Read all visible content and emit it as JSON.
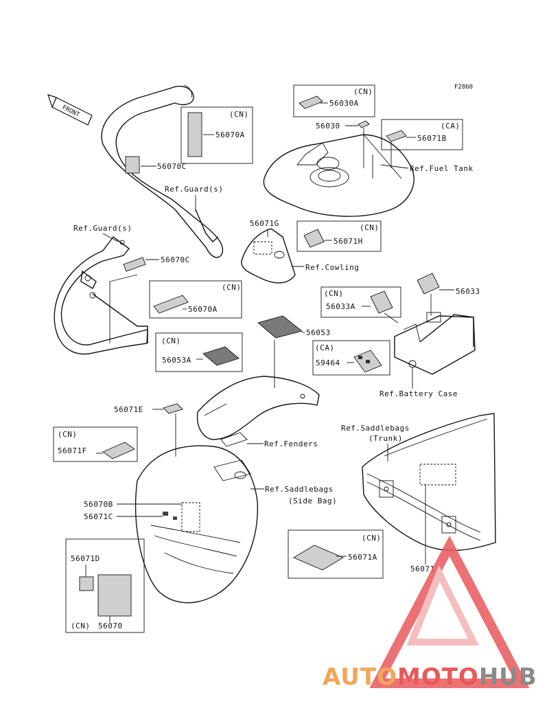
{
  "figure_code": "F2860",
  "front_arrow": "FRONT",
  "callouts": {
    "p56030A": "56030A",
    "p56030": "56030",
    "p56071B": "56071B",
    "p56070A_top": "56070A",
    "p56070C_top": "56070C",
    "p56071G": "56071G",
    "p56071H": "56071H",
    "p56070C_mid": "56070C",
    "p56070A_mid": "56070A",
    "p56033A": "56033A",
    "p56033": "56033",
    "p56053": "56053",
    "p56053A": "56053A",
    "p59464": "59464",
    "p56071E": "56071E",
    "p56071F": "56071F",
    "p56070B": "56070B",
    "p56071C": "56071C",
    "p56071A": "56071A",
    "p56071": "56071",
    "p56071D": "56071D",
    "p56070": "56070"
  },
  "region_tags": {
    "cn": "(CN)",
    "ca": "(CA)"
  },
  "refs": {
    "fuel_tank": "Ref.Fuel Tank",
    "guard_top": "Ref.Guard(s)",
    "guard_left": "Ref.Guard(s)",
    "cowling": "Ref.Cowling",
    "battery_case": "Ref.Battery Case",
    "fenders": "Ref.Fenders",
    "saddlebags_trunk_1": "Ref.Saddlebags",
    "saddlebags_trunk_2": "(Trunk)",
    "saddlebags_side_1": "Ref.Saddlebags",
    "saddlebags_side_2": "(Side Bag)"
  },
  "watermark": {
    "part1": "AUTO",
    "part2": "MOTO",
    "part3": "HUB",
    "color_orange": "#f2a65a",
    "color_red": "#e8595c",
    "color_gray": "#8a8a8a"
  }
}
